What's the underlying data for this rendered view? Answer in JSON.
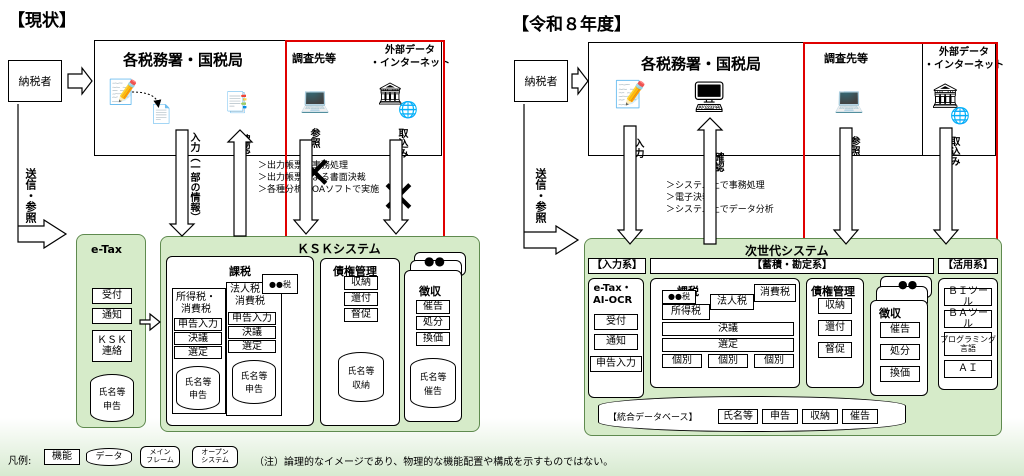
{
  "left": {
    "title": "【現状】",
    "taxpayer": "納税者",
    "office": "各税務署・国税局",
    "survey": "調査先等",
    "external": "外部データ\n・インターネット",
    "send_ref": "送信・参照",
    "input_label": "入力（一部の情報）",
    "confirm_label": "確認",
    "ref_label": "参照",
    "import_label": "取込み",
    "notes": [
      "＞出力帳票で事務処理",
      "＞出力帳票による書面決裁",
      "＞各種分析はOAソフトで実施"
    ],
    "ksk_title": "ＫＳＫシステム",
    "etax": {
      "title": "e-Tax",
      "items": [
        "受付",
        "通知",
        "ＫＳＫ\n連絡"
      ],
      "db": [
        "氏名等",
        "申告"
      ]
    },
    "kazei": {
      "title": "課税",
      "shotoku": "所得税・\n消費税",
      "hojin": "法人税・\n消費税",
      "maru": "●●税",
      "items_a": [
        "申告入力",
        "決議",
        "選定"
      ],
      "items_b": [
        "申告入力",
        "決議",
        "選定"
      ],
      "db_a": [
        "氏名等",
        "申告"
      ],
      "db_b": [
        "氏名等",
        "申告"
      ]
    },
    "saiken": {
      "title": "債権管理",
      "items": [
        "収納",
        "還付",
        "督促"
      ],
      "db": [
        "氏名等",
        "収納"
      ]
    },
    "choshu": {
      "title": "徴収",
      "items": [
        "催告",
        "処分",
        "換価"
      ],
      "db": [
        "氏名等",
        "催告"
      ]
    }
  },
  "right": {
    "title": "【令和８年度】",
    "taxpayer": "納税者",
    "office": "各税務署・国税局",
    "survey": "調査先等",
    "external": "外部データ\n・インターネット",
    "send_ref": "送信・参照",
    "input_label": "入力",
    "confirm_label": "確認",
    "ref_label": "参照",
    "import_label": "取込み",
    "notes": [
      "＞システム上で事務処理",
      "＞電子決裁",
      "＞システム上でデータ分析"
    ],
    "next_title": "次世代システム",
    "input_sys": "【入力系】",
    "store_sys": "【蓄積・勘定系】",
    "use_sys": "【活用系】",
    "etax": {
      "title": "e-Tax・\nAI-OCR",
      "items": [
        "受付",
        "通知",
        "申告入力"
      ]
    },
    "kazei": {
      "title": "課税",
      "maru": "●●税",
      "shotoku": "所得税",
      "hojin": "法人税",
      "shohi": "消費税",
      "ketsugi": "決議",
      "sentei": "選定",
      "kobetsu": [
        "個別",
        "個別",
        "個別"
      ]
    },
    "saiken": {
      "title": "債権管理",
      "items": [
        "収納",
        "還付",
        "督促"
      ]
    },
    "choshu": {
      "title": "徴収",
      "items": [
        "催告",
        "処分",
        "換価"
      ]
    },
    "tools": [
      "ＢＩツール",
      "ＢＡツール",
      "プログラミング\n言語",
      "ＡＩ"
    ],
    "db": {
      "label": "【統合データベース】",
      "items": [
        "氏名等",
        "申告",
        "収納",
        "催告"
      ]
    }
  },
  "legend": {
    "label": "凡例:",
    "func": "機能",
    "data": "データ",
    "mainframe": "メイン\nフレーム",
    "open": "オープン\nシステム",
    "note": "（注）論理的なイメージであり、物理的な機能配置や構成を示すものではない。"
  },
  "colors": {
    "green_fill": "#d6ebc9",
    "green_border": "#5f8a4f",
    "highlight": "#e00000"
  }
}
